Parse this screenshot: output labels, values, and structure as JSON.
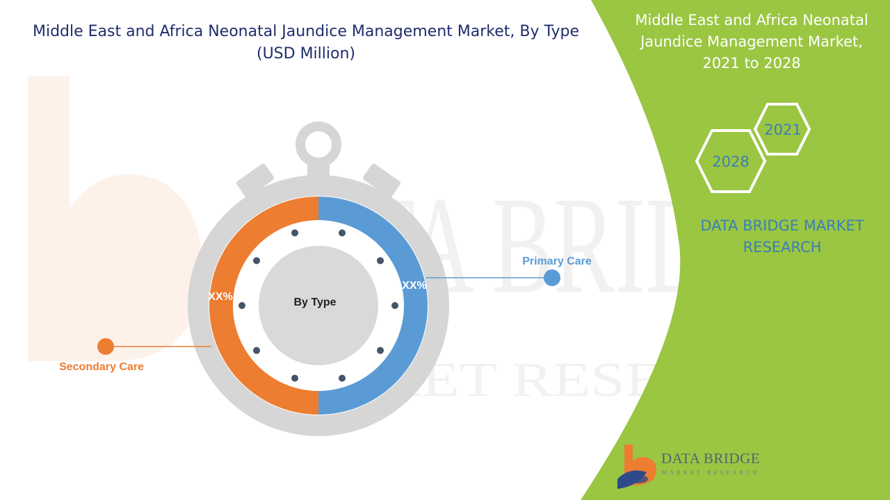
{
  "title": "Middle East and Africa Neonatal Jaundice Management Market, By Type (USD Million)",
  "side_panel": {
    "title": "Middle East and Africa Neonatal Jaundice Management Market, 2021 to 2028",
    "year_start": "2021",
    "year_end": "2028",
    "brand_text": "DATA BRIDGE MARKET RESEARCH"
  },
  "logo": {
    "name": "DATA BRIDGE",
    "tagline": "MARKET RESEARCH"
  },
  "watermark": {
    "line1": "DATA BRIDGE",
    "line2": "MARKET RESEARCH"
  },
  "colors": {
    "primary_care": "#5b9bd5",
    "secondary_care": "#ed7d31",
    "panel_green": "#9ac642",
    "stopwatch_gray": "#d6d6d6",
    "hub_gray": "#d9d9d9",
    "dot": "#44546a"
  },
  "chart_data": {
    "type": "pie",
    "center_label": "By Type",
    "categories": [
      "Primary Care",
      "Secondary Care"
    ],
    "values": [
      50,
      50
    ],
    "value_labels": [
      "XX%",
      "XX%"
    ]
  }
}
